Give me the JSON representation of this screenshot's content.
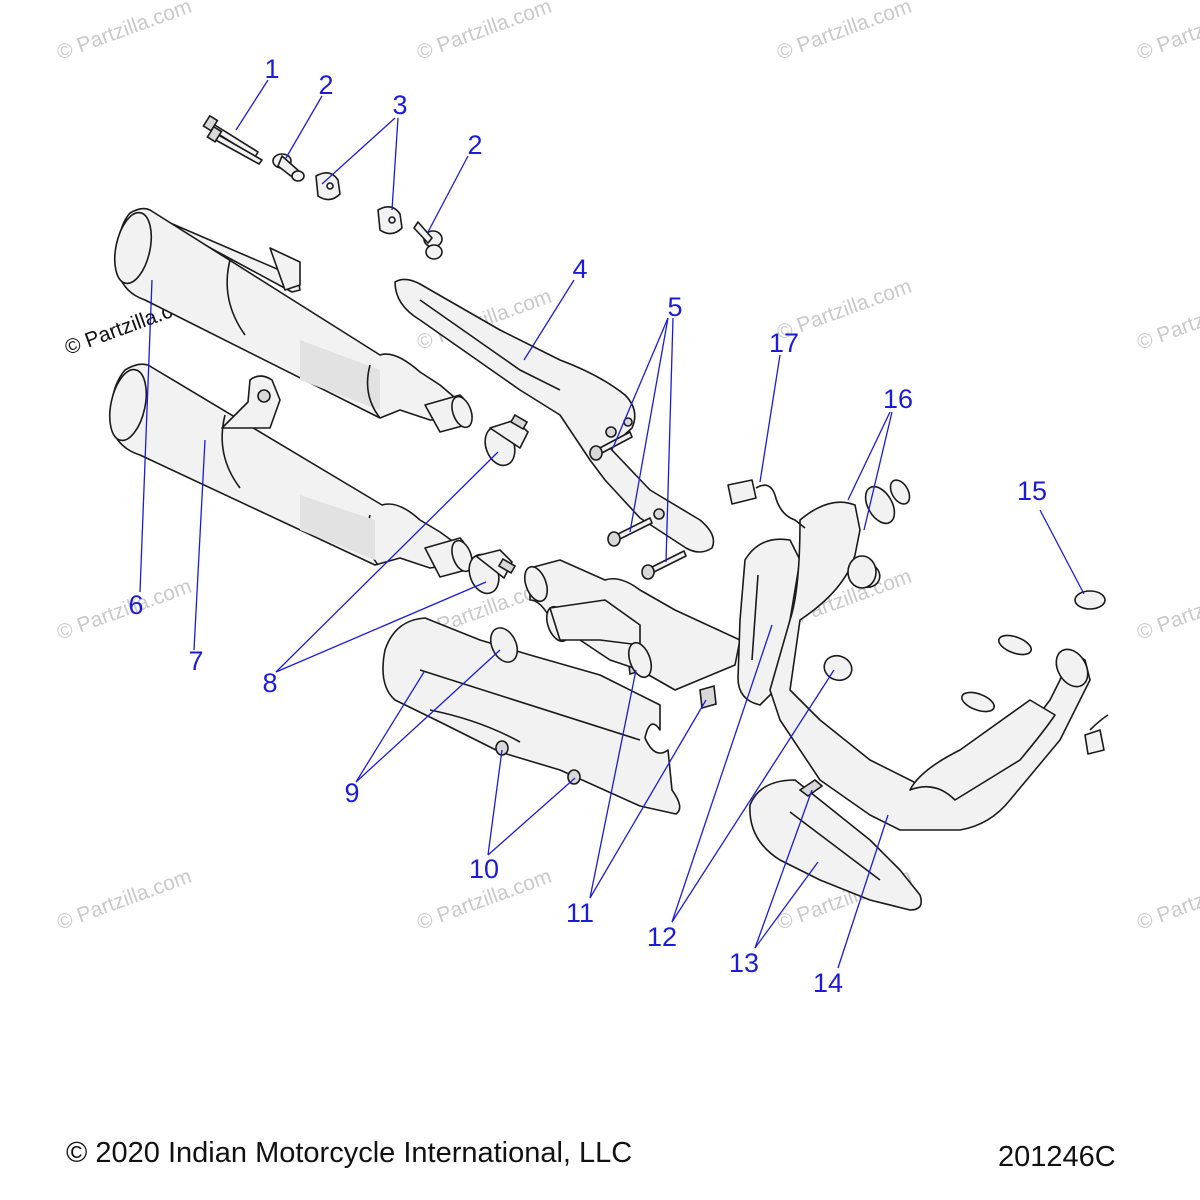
{
  "watermark": "© Partzilla.com",
  "callouts": {
    "c1": "1",
    "c2a": "2",
    "c2b": "2",
    "c3": "3",
    "c4": "4",
    "c5": "5",
    "c6": "6",
    "c7": "7",
    "c8": "8",
    "c9": "9",
    "c10": "10",
    "c11": "11",
    "c12": "12",
    "c13": "13",
    "c14": "14",
    "c15": "15",
    "c16": "16",
    "c17": "17"
  },
  "footer": {
    "copyright": "© 2020 Indian Motorcycle International, LLC",
    "diagram_code": "201246C"
  },
  "colors": {
    "callout": "#1c1cd6",
    "line": "#1a1a1a",
    "part_fill": "#f2f2f2"
  }
}
